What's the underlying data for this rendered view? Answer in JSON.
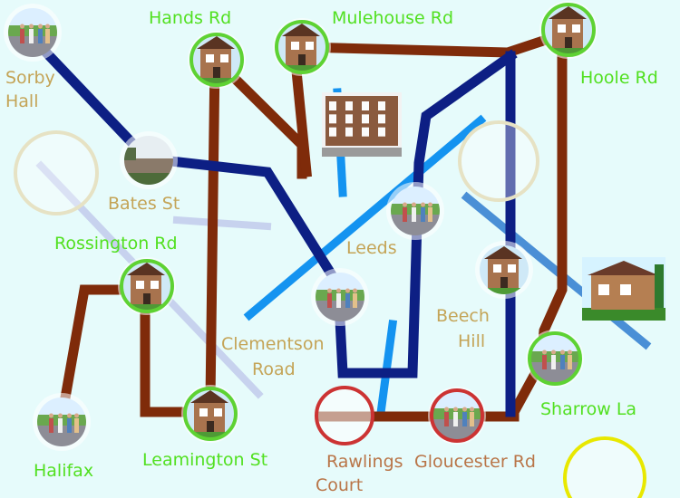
{
  "colors": {
    "background": "#e6fbfb",
    "navy_line": "#0d1f84",
    "rust_line": "#7f2b0a",
    "blue_line": "#1493f0",
    "faint_line": "#c7d2ee",
    "steel_line": "#4a8fd6",
    "green_ring": "#5ed233",
    "red_ring": "#cc3333",
    "yellow_ring": "#e8e800"
  },
  "stops": [
    {
      "id": "sorby-hall",
      "label_lines": [
        "Sorby",
        "Hall"
      ],
      "label_color": "tan",
      "ring": "none",
      "photo": "people"
    },
    {
      "id": "hands-rd",
      "label_lines": [
        "Hands Rd"
      ],
      "label_color": "green",
      "ring": "green",
      "photo": "house"
    },
    {
      "id": "mulehouse-rd",
      "label_lines": [
        "Mulehouse Rd"
      ],
      "label_color": "green",
      "ring": "green",
      "photo": "house"
    },
    {
      "id": "hoole-rd",
      "label_lines": [
        "Hoole Rd"
      ],
      "label_color": "green",
      "ring": "green",
      "photo": "house"
    },
    {
      "id": "bates-st",
      "label_lines": [
        "Bates St"
      ],
      "label_color": "tan",
      "ring": "none",
      "photo": "street"
    },
    {
      "id": "leeds",
      "label_lines": [
        "Leeds"
      ],
      "label_color": "tan",
      "ring": "none",
      "photo": "people"
    },
    {
      "id": "rossington-rd",
      "label_lines": [
        "Rossington Rd"
      ],
      "label_color": "green",
      "ring": "green",
      "photo": "house"
    },
    {
      "id": "clementson-road",
      "label_lines": [
        "Clementson",
        "Road"
      ],
      "label_color": "tan",
      "ring": "none",
      "photo": "people"
    },
    {
      "id": "beech-hill",
      "label_lines": [
        "Beech",
        "Hill"
      ],
      "label_color": "tan",
      "ring": "none",
      "photo": "house"
    },
    {
      "id": "sharrow-la",
      "label_lines": [
        "Sharrow La"
      ],
      "label_color": "green",
      "ring": "green",
      "photo": "people"
    },
    {
      "id": "halifax",
      "label_lines": [
        "Halifax"
      ],
      "label_color": "green",
      "ring": "none",
      "photo": "people"
    },
    {
      "id": "leamington-st",
      "label_lines": [
        "Leamington St"
      ],
      "label_color": "green",
      "ring": "green",
      "photo": "house"
    },
    {
      "id": "rawlings-court",
      "label_lines": [
        "Rawlings",
        "Court"
      ],
      "label_color": "rust",
      "ring": "red",
      "photo": "none"
    },
    {
      "id": "gloucester-rd",
      "label_lines": [
        "Gloucester Rd"
      ],
      "label_color": "rust",
      "ring": "red",
      "photo": "people"
    }
  ]
}
